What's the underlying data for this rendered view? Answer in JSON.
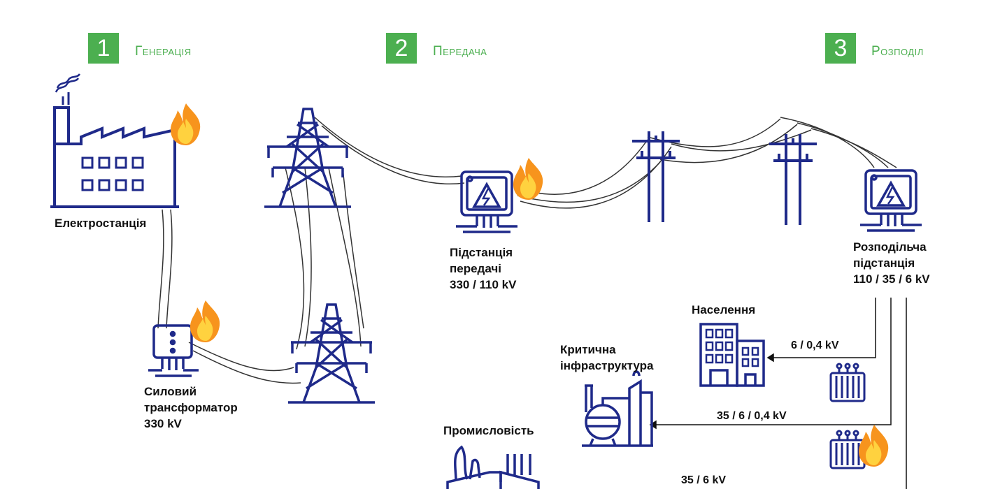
{
  "stages": [
    {
      "number": "1",
      "title": "Генерація"
    },
    {
      "number": "2",
      "title": "Передача"
    },
    {
      "number": "3",
      "title": "Розподіл"
    }
  ],
  "labels": {
    "power_plant": "Електростанція",
    "power_transformer": "Силовий\nтрансформатор\n330 kV",
    "transmission_substation": "Підстанція\nпередачі\n330 / 110 kV",
    "distribution_substation": "Розподільча\nпідстанція\n110 / 35 / 6 kV",
    "population": "Населення",
    "critical_infrastructure": "Критична\nінфраструктура",
    "industry": "Промисловість"
  },
  "voltages": {
    "population_line": "6 / 0,4 kV",
    "critical_line": "35 / 6 / 0,4 kV",
    "industry_line": "35 / 6 kV"
  },
  "colors": {
    "accent_green": "#4caf50",
    "icon_navy": "#1f2a8a",
    "fire_orange": "#f7941d",
    "fire_yellow": "#ffd23f"
  }
}
